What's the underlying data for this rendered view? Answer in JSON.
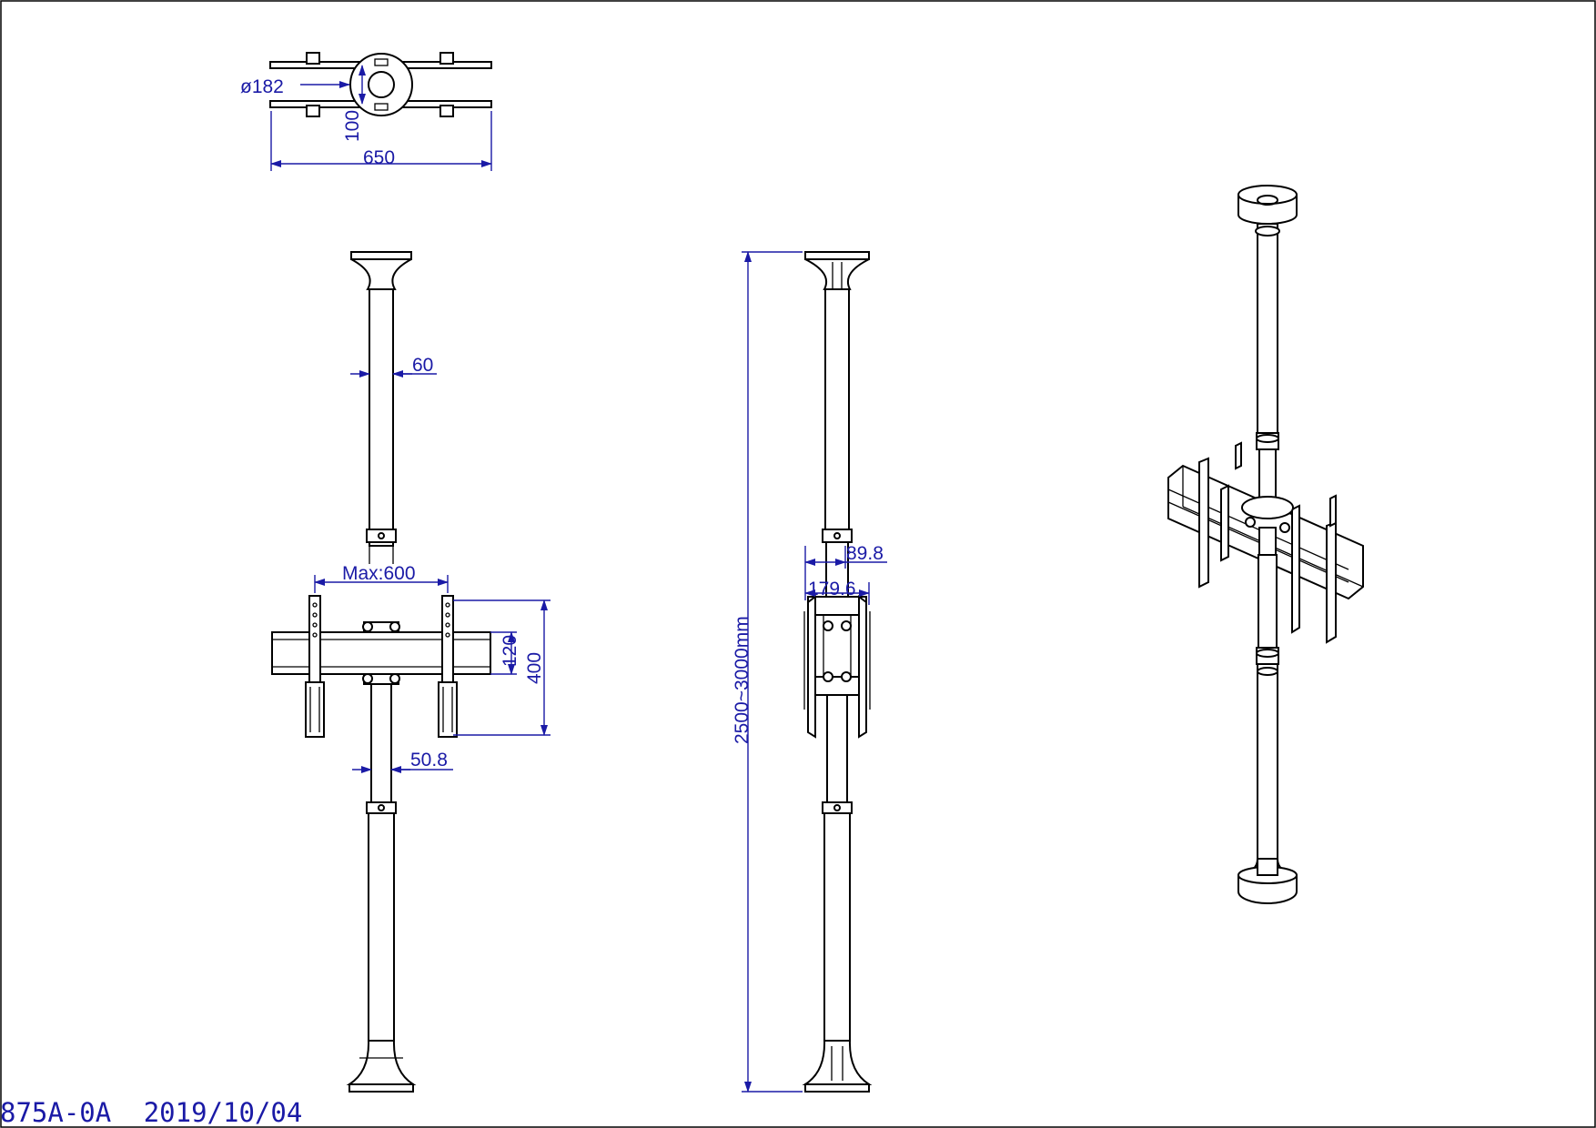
{
  "drawing": {
    "reference": "875A-0A",
    "date": "2019/10/04"
  },
  "top_view": {
    "diameter_label": "ø182",
    "depth_label": "100",
    "width_label": "650"
  },
  "front_view": {
    "pole_upper_label": "60",
    "pole_lower_label": "50.8",
    "bracket_span_label": "Max:600",
    "bar_height_label": "120",
    "plate_height_label": "400"
  },
  "side_view": {
    "height_label": "2500~3000mm",
    "depth_label": "89.8",
    "offset_label": "179.6"
  },
  "colors": {
    "dimension": "#1a1aa6",
    "line": "#000000",
    "background": "#ffffff"
  }
}
